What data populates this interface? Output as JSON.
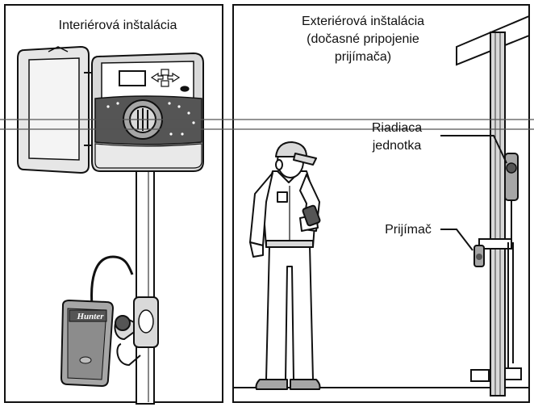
{
  "left_panel": {
    "title": "Interiérová inštalácia",
    "controller_brand": "Hunter"
  },
  "right_panel": {
    "title_lines": [
      "Exteriérová inštalácia",
      "(dočasné pripojenie",
      "prijímača)"
    ],
    "controller_label_lines": [
      "Riadiaca",
      "jednotka"
    ],
    "receiver_label": "Prijímač"
  },
  "colors": {
    "line": "#111111",
    "fill_light": "#d9d9d9",
    "fill_mid": "#a6a6a6",
    "fill_dark": "#555555",
    "background": "#ffffff"
  }
}
